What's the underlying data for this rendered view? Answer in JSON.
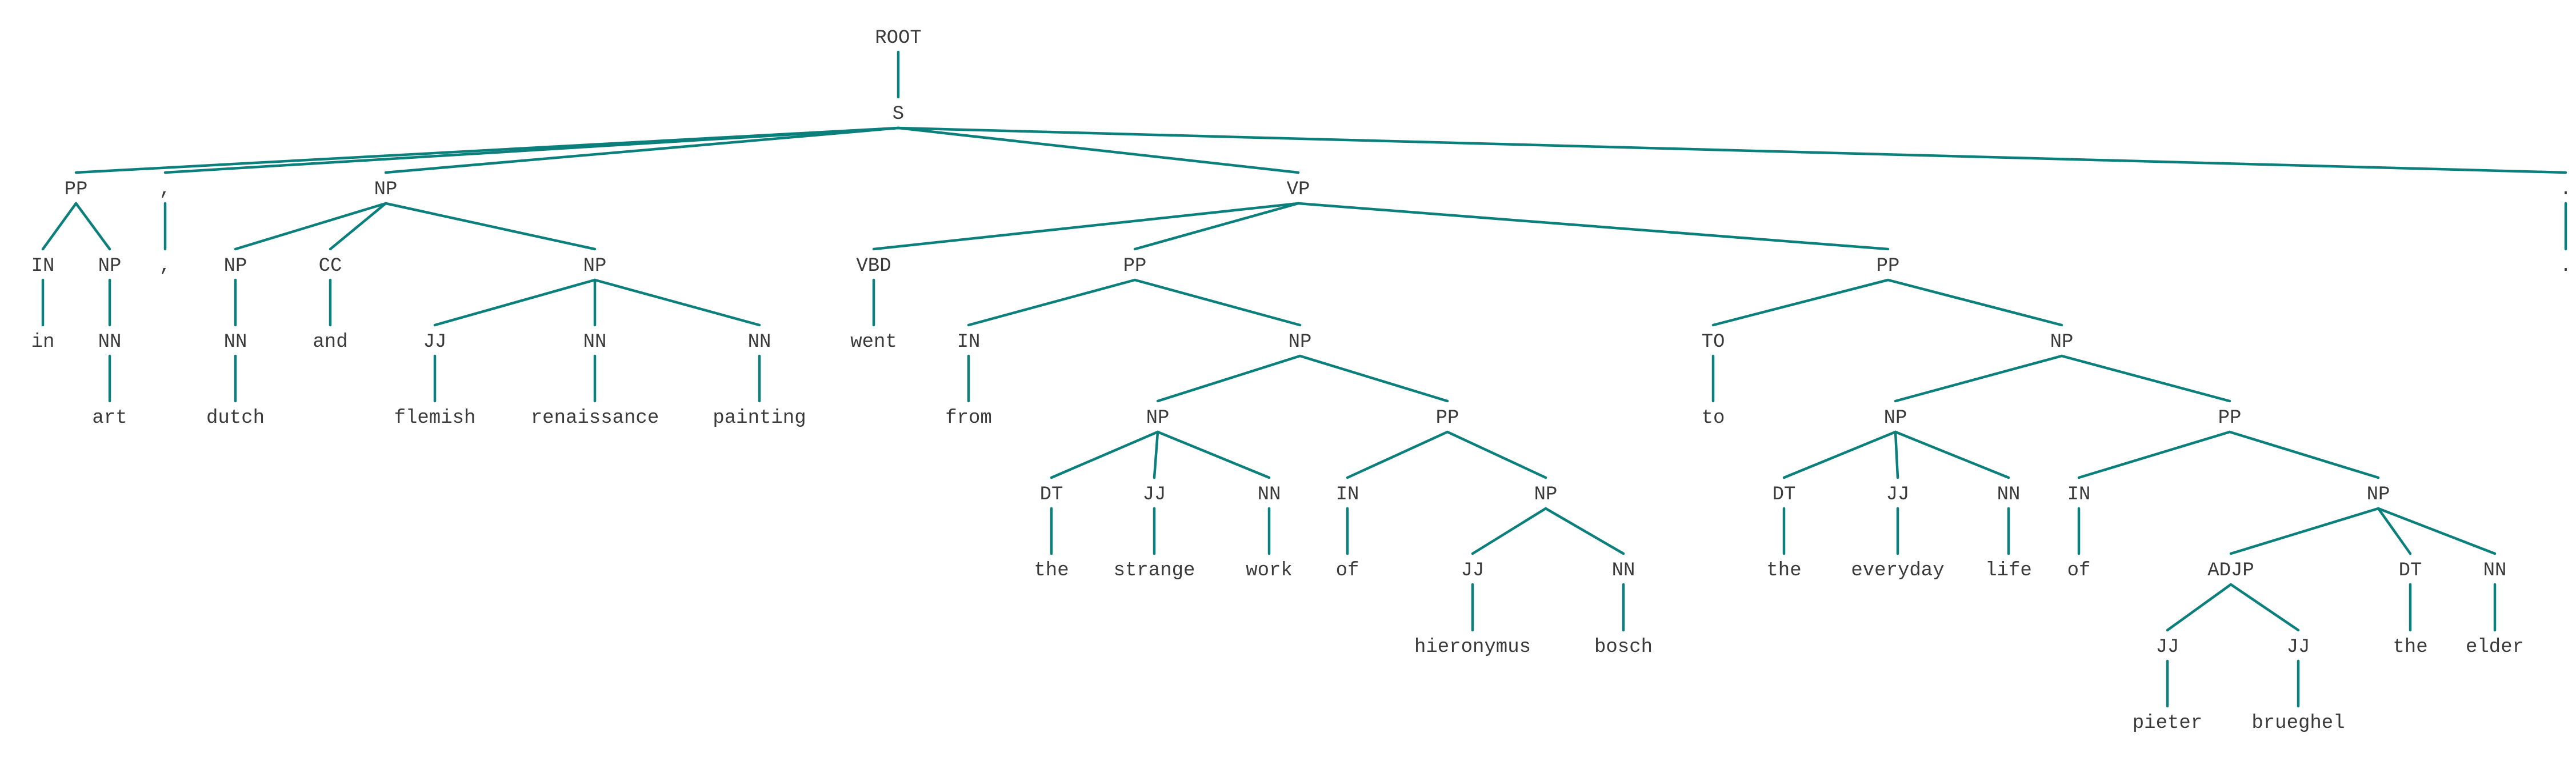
{
  "colors": {
    "edge": "#0b7f7c",
    "text": "#3a3a3a",
    "background": "#ffffff"
  },
  "tree": {
    "nodes": [
      {
        "id": "n0",
        "label": "ROOT"
      },
      {
        "id": "n1",
        "label": "S"
      },
      {
        "id": "n2",
        "label": "PP"
      },
      {
        "id": "n3",
        "label": "IN"
      },
      {
        "id": "n4",
        "label": "in"
      },
      {
        "id": "n5",
        "label": "NP"
      },
      {
        "id": "n6",
        "label": "NN"
      },
      {
        "id": "n7",
        "label": "art"
      },
      {
        "id": "n8",
        "label": ","
      },
      {
        "id": "n9",
        "label": ","
      },
      {
        "id": "n10",
        "label": "NP"
      },
      {
        "id": "n11",
        "label": "NP"
      },
      {
        "id": "n12",
        "label": "NN"
      },
      {
        "id": "n13",
        "label": "dutch"
      },
      {
        "id": "n14",
        "label": "CC"
      },
      {
        "id": "n15",
        "label": "and"
      },
      {
        "id": "n16",
        "label": "NP"
      },
      {
        "id": "n17",
        "label": "JJ"
      },
      {
        "id": "n18",
        "label": "flemish"
      },
      {
        "id": "n19",
        "label": "NN"
      },
      {
        "id": "n20",
        "label": "renaissance"
      },
      {
        "id": "n21",
        "label": "NN"
      },
      {
        "id": "n22",
        "label": "painting"
      },
      {
        "id": "n23",
        "label": "VP"
      },
      {
        "id": "n24",
        "label": "VBD"
      },
      {
        "id": "n25",
        "label": "went"
      },
      {
        "id": "n26",
        "label": "PP"
      },
      {
        "id": "n27",
        "label": "IN"
      },
      {
        "id": "n28",
        "label": "from"
      },
      {
        "id": "n29",
        "label": "NP"
      },
      {
        "id": "n30",
        "label": "NP"
      },
      {
        "id": "n31",
        "label": "DT"
      },
      {
        "id": "n32",
        "label": "the"
      },
      {
        "id": "n33",
        "label": "JJ"
      },
      {
        "id": "n34",
        "label": "strange"
      },
      {
        "id": "n35",
        "label": "NN"
      },
      {
        "id": "n36",
        "label": "work"
      },
      {
        "id": "n37",
        "label": "PP"
      },
      {
        "id": "n38",
        "label": "IN"
      },
      {
        "id": "n39",
        "label": "of"
      },
      {
        "id": "n40",
        "label": "NP"
      },
      {
        "id": "n41",
        "label": "JJ"
      },
      {
        "id": "n42",
        "label": "hieronymus"
      },
      {
        "id": "n43",
        "label": "NN"
      },
      {
        "id": "n44",
        "label": "bosch"
      },
      {
        "id": "n45",
        "label": "PP"
      },
      {
        "id": "n46",
        "label": "TO"
      },
      {
        "id": "n47",
        "label": "to"
      },
      {
        "id": "n48",
        "label": "NP"
      },
      {
        "id": "n49",
        "label": "NP"
      },
      {
        "id": "n50",
        "label": "DT"
      },
      {
        "id": "n51",
        "label": "the"
      },
      {
        "id": "n52",
        "label": "JJ"
      },
      {
        "id": "n53",
        "label": "everyday"
      },
      {
        "id": "n54",
        "label": "NN"
      },
      {
        "id": "n55",
        "label": "life"
      },
      {
        "id": "n56",
        "label": "PP"
      },
      {
        "id": "n57",
        "label": "IN"
      },
      {
        "id": "n58",
        "label": "of"
      },
      {
        "id": "n59",
        "label": "NP"
      },
      {
        "id": "n60",
        "label": "ADJP"
      },
      {
        "id": "n61",
        "label": "JJ"
      },
      {
        "id": "n62",
        "label": "pieter"
      },
      {
        "id": "n63",
        "label": "JJ"
      },
      {
        "id": "n64",
        "label": "brueghel"
      },
      {
        "id": "n65",
        "label": "DT"
      },
      {
        "id": "n66",
        "label": "the"
      },
      {
        "id": "n67",
        "label": "NN"
      },
      {
        "id": "n68",
        "label": "elder"
      },
      {
        "id": "n69",
        "label": "."
      },
      {
        "id": "n70",
        "label": "."
      }
    ]
  }
}
